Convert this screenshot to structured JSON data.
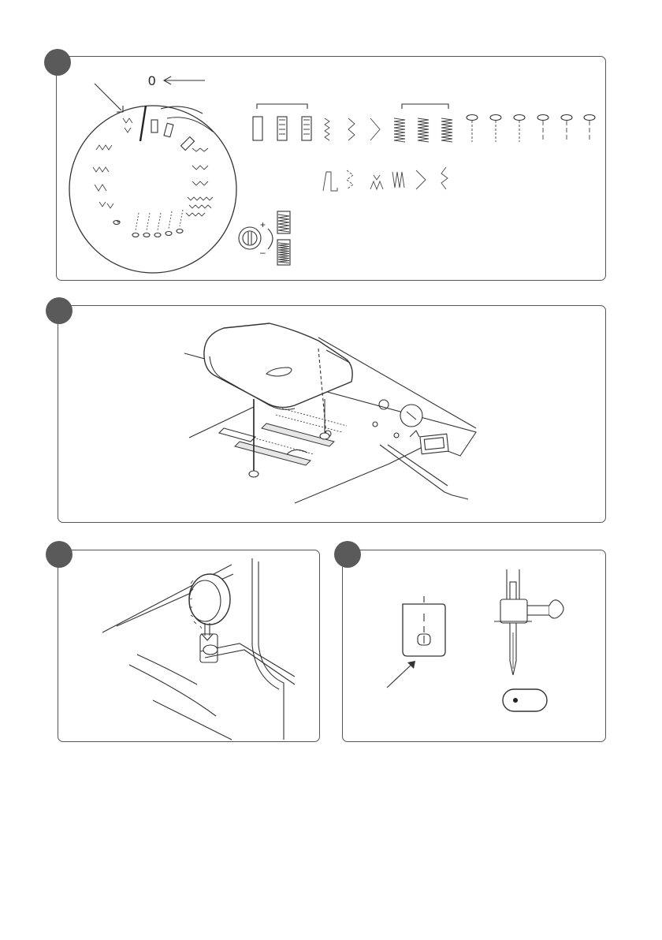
{
  "panel1": {
    "dial_zero_label": "0",
    "length_plus": "+",
    "length_minus": "–"
  },
  "icons": {
    "step_badge": "filled-circle-badge",
    "pattern_dial": "stitch-selector-dial",
    "length_knob": "stitch-length-knob",
    "needle_plate": "needle-plate",
    "handwheel": "handwheel",
    "presser_foot": "presser-foot",
    "needle": "needle"
  },
  "colors": {
    "badge": "#5a5a5a",
    "line": "#333333",
    "panel_border": "#555555"
  }
}
